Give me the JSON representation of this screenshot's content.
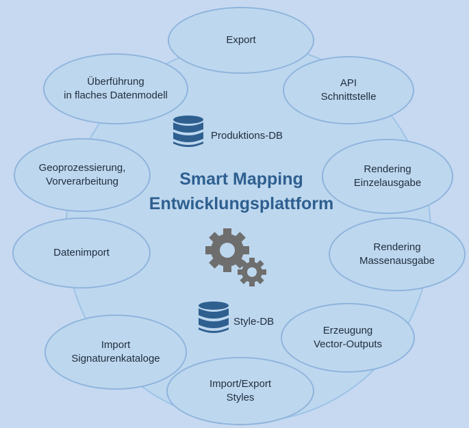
{
  "center": {
    "title_line1": "Smart Mapping",
    "title_line2": "Entwicklungsplattform"
  },
  "databases": {
    "production": "Produktions-DB",
    "style": "Style-DB"
  },
  "nodes": [
    {
      "line1": "Export",
      "line2": ""
    },
    {
      "line1": "API",
      "line2": "Schnittstelle"
    },
    {
      "line1": "Rendering",
      "line2": "Einzelausgabe"
    },
    {
      "line1": "Rendering",
      "line2": "Massenausgabe"
    },
    {
      "line1": "Erzeugung",
      "line2": "Vector-Outputs"
    },
    {
      "line1": "Import/Export",
      "line2": "Styles"
    },
    {
      "line1": "Import",
      "line2": "Signaturenkataloge"
    },
    {
      "line1": "Datenimport",
      "line2": ""
    },
    {
      "line1": "Geoprozessierung,",
      "line2": "Vorverarbeitung"
    },
    {
      "line1": "Überführung",
      "line2": "in flaches Datenmodell"
    }
  ],
  "icons": {
    "database": "database-icon",
    "gears": "gears-icon"
  },
  "colors": {
    "background": "#c6d9f1",
    "ellipse_fill": "#bdd7ee",
    "ellipse_border": "#8fb4dc",
    "title": "#2e5f8f",
    "icon": "#2e5f8f",
    "gear": "#6e6e6e"
  }
}
